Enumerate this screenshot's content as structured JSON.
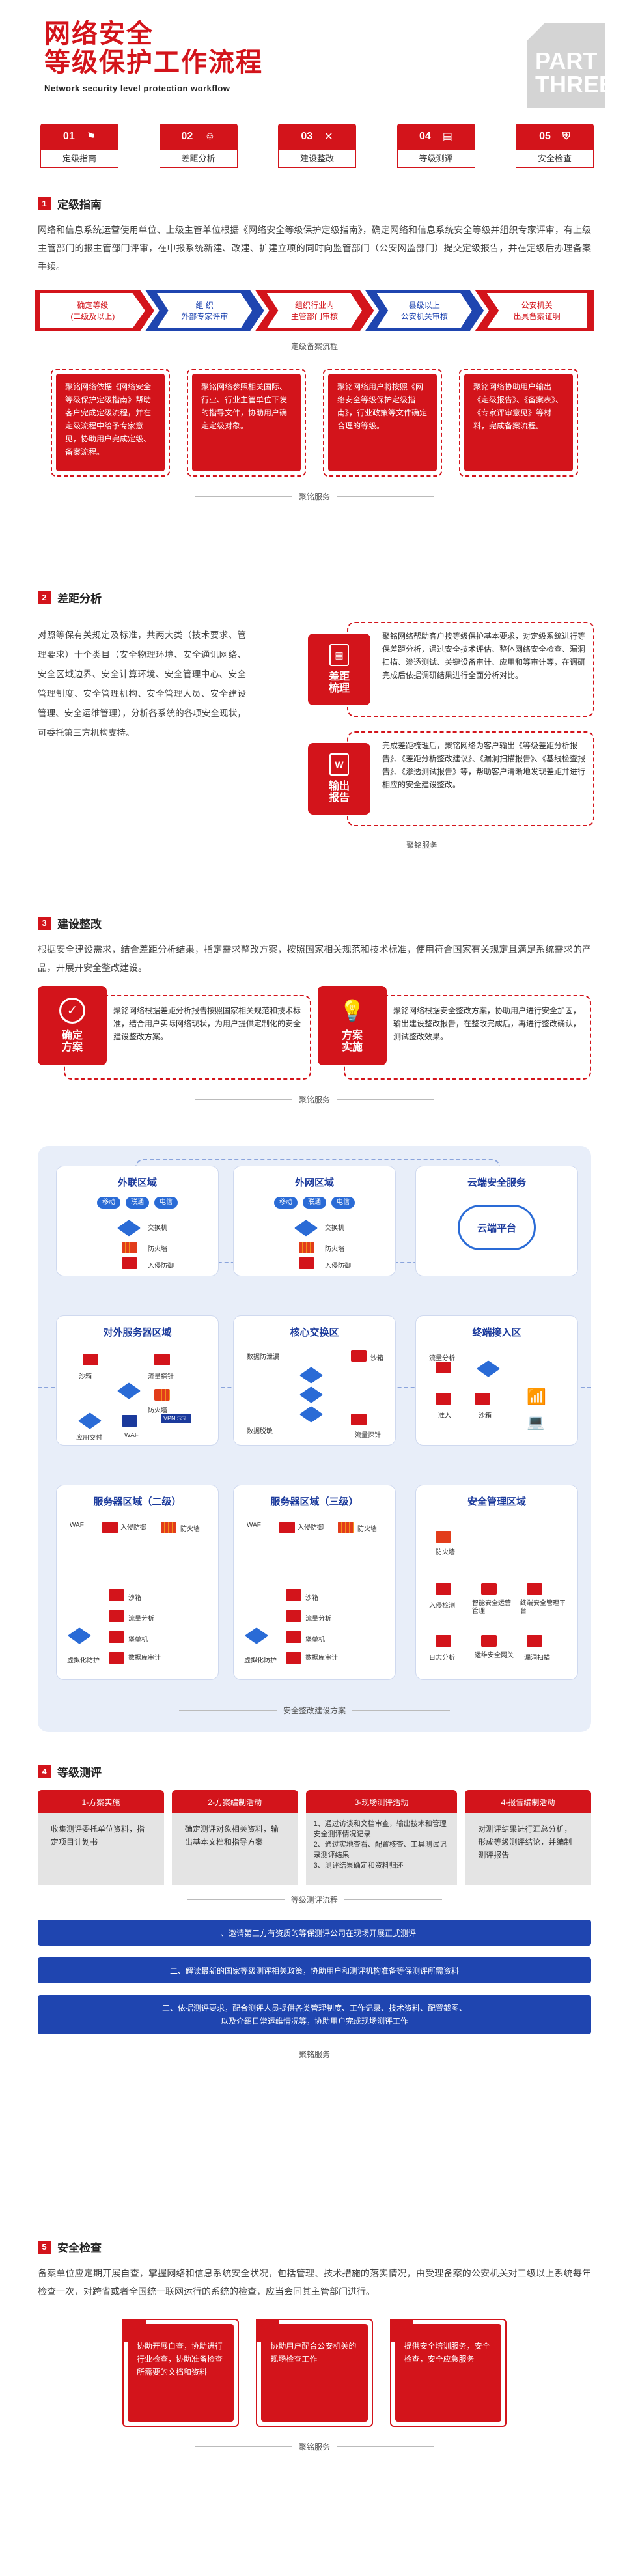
{
  "header": {
    "title_line1": "网络安全",
    "title_line2": "等级保护工作流程",
    "subtitle": "Network security level protection workflow",
    "part1": "PART",
    "part2": "THREE"
  },
  "steps": [
    {
      "num": "01",
      "label": "定级指南",
      "icon": "flag-icon"
    },
    {
      "num": "02",
      "label": "差距分析",
      "icon": "user-check-icon"
    },
    {
      "num": "03",
      "label": "建设整改",
      "icon": "tools-icon"
    },
    {
      "num": "04",
      "label": "等级测评",
      "icon": "document-icon"
    },
    {
      "num": "05",
      "label": "安全检查",
      "icon": "shield-icon"
    }
  ],
  "s1": {
    "num": "1",
    "title": "定级指南",
    "para": "网络和信息系统运营使用单位、上级主管单位根据《网络安全等级保护定级指南》，确定网络和信息系统安全等级并组织专家评审，有上级主管部门的报主管部门评审，在申报系统新建、改建、扩建立项的同时向监管部门（公安网监部门）提交定级报告，并在定级后办理备案手续。",
    "flow": [
      {
        "a": "确定等级",
        "b": "(二级及以上)"
      },
      {
        "a": "组  织",
        "b": "外部专家评审"
      },
      {
        "a": "组织行业内",
        "b": "主管部门审核"
      },
      {
        "a": "县级以上",
        "b": "公安机关审核"
      },
      {
        "a": "公安机关",
        "b": "出具备案证明"
      }
    ],
    "flow_cap": "定级备案流程",
    "cards": [
      "聚铭网络依据《网络安全等级保护定级指南》帮助客户完成定级流程，并在定级流程中给予专家意见，协助用户完成定级、备案流程。",
      "聚铭网络参照相关国际、行业、行业主管单位下发的指导文件，协助用户确定定级对象。",
      "聚铭网络用户将按照《网络安全等级保护定级指南》，行业政策等文件确定合理的等级。",
      "聚铭网络协助用户输出《定级报告》、《备案表》、《专家评审意见》等材料，完成备案流程。"
    ],
    "cap": "聚铭服务"
  },
  "s2": {
    "num": "2",
    "title": "差距分析",
    "para": "对照等保有关规定及标准，共两大类（技术要求、管理要求）十个类目（安全物理环境、安全通讯网络、安全区域边界、安全计算环境、安全管理中心、安全管理制度、安全管理机构、安全管理人员、安全建设管理、安全运维管理），分析各系统的各项安全现状，可委托第三方机构支持。",
    "b1_label": "差距梳理",
    "b1_text": "聚铭网络帮助客户按等级保护基本要求，对定级系统进行等保差距分析，通过安全技术评估、整体网络安全检查、漏洞扫描、渗透测试、关键设备审计、应用和等审计等，在调研完成后依据调研结果进行全面分析对比。",
    "b2_label": "输出报告",
    "b2_text": "完成差距梳理后，聚铭网络为客户输出《等级差距分析报告》、《差距分析整改建议》、《漏洞扫描报告》、《基线检查报告》、《渗透测试报告》等，帮助客户清晰地发现差距并进行相应的安全建设整改。",
    "cap": "聚铭服务"
  },
  "s3": {
    "num": "3",
    "title": "建设整改",
    "para": "根据安全建设需求，结合差距分析结果，指定需求整改方案，按照国家相关规范和技术标准，使用符合国家有关规定且满足系统需求的产品，开展开安全整改建设。",
    "c1_label": "确定方案",
    "c1_text": "聚铭网络根据差距分析报告按照国家相关规范和技术标准，结合用户实际网络现状，为用户提供定制化的安全建设整改方案。",
    "c2_label": "方案实施",
    "c2_text": "聚铭网络根据安全整改方案，协助用户进行安全加固，输出建设整改报告，在整改完成后，再进行整改确认，测试整改效果。",
    "cap": "聚铭服务",
    "diagram_cap": "安全整改建设方案"
  },
  "net": {
    "ext": {
      "title": "外联区域",
      "chips": [
        "移动",
        "联通",
        "电信"
      ],
      "tags": [
        "交换机",
        "防火墙",
        "入侵防御"
      ]
    },
    "extnet": {
      "title": "外网区域",
      "chips": [
        "移动",
        "联通",
        "电信"
      ],
      "tags": [
        "交换机",
        "防火墙",
        "入侵防御"
      ]
    },
    "cloud": {
      "title": "云端安全服务",
      "platform": "云端平台"
    },
    "out": {
      "title": "对外服务器区域",
      "tags": [
        "沙箱",
        "流量探针",
        "防火墙",
        "应用交付",
        "WAF",
        "VPN SSL"
      ]
    },
    "core": {
      "title": "核心交换区",
      "tags": [
        "数据防泄漏",
        "沙箱",
        "数据脱敏",
        "流量探针"
      ]
    },
    "term": {
      "title": "终端接入区",
      "tags": [
        "流量分析",
        "准入",
        "沙箱"
      ]
    },
    "srv2": {
      "title": "服务器区域（二级）",
      "tags": [
        "WAF",
        "入侵防御",
        "防火墙",
        "沙箱",
        "流量分析",
        "堡垒机",
        "虚拟化防护",
        "数据库审计"
      ]
    },
    "srv3": {
      "title": "服务器区域（三级）",
      "tags": [
        "WAF",
        "入侵防御",
        "防火墙",
        "沙箱",
        "流量分析",
        "堡垒机",
        "虚拟化防护",
        "数据库审计"
      ]
    },
    "mgmt": {
      "title": "安全管理区域",
      "tags": [
        "防火墙",
        "入侵检测",
        "智能安全运营管理",
        "终端安全管理平台",
        "日志分析",
        "运维安全网关",
        "漏洞扫描"
      ]
    }
  },
  "s4": {
    "num": "4",
    "title": "等级测评",
    "cols": [
      {
        "h": "1-方案实施",
        "b": "收集测评委托单位资料，指定项目计划书"
      },
      {
        "h": "2-方案编制活动",
        "b": "确定测评对象相关资料，输出基本文档和指导方案"
      },
      {
        "h": "3-现场测评活动",
        "b": "1、通过访谈和文档审查，输出技术和管理安全测评情况记录\n2、通过实地查看、配置核查、工具测试记录测评结果\n3、测评结果确定和资料归还"
      },
      {
        "h": "4-报告编制活动",
        "b": "对测评结果进行汇总分析，形成等级测评结论，并编制测评报告"
      }
    ],
    "cap": "等级测评流程",
    "bars": [
      "一、邀请第三方有资质的等保测评公司在现场开展正式测评",
      "二、解读最新的国家等级测评相关政策，协助用户和测评机构准备等保测评所需资料",
      "三、依据测评要求，配合测评人员提供各类管理制度、工作记录、技术资料、配置截图、\n以及介绍日常运维情况等，协助用户完成现场测评工作"
    ],
    "cap2": "聚铭服务"
  },
  "s5": {
    "num": "5",
    "title": "安全检查",
    "para": "备案单位应定期开展自查，掌握网络和信息系统安全状况，包括管理、技术措施的落实情况，由受理备案的公安机关对三级以上系统每年检查一次，对跨省或者全国统一联网运行的系统的检查，应当会同其主管部门进行。",
    "cards": [
      {
        "n": "1",
        "t": "协助开展自查，协助进行行业检查，协助准备检查所需要的文档和资料"
      },
      {
        "n": "2",
        "t": "协助用户配合公安机关的现场检查工作"
      },
      {
        "n": "3",
        "t": "提供安全培训服务，安全检查，安全应急服务"
      }
    ],
    "cap": "聚铭服务"
  }
}
